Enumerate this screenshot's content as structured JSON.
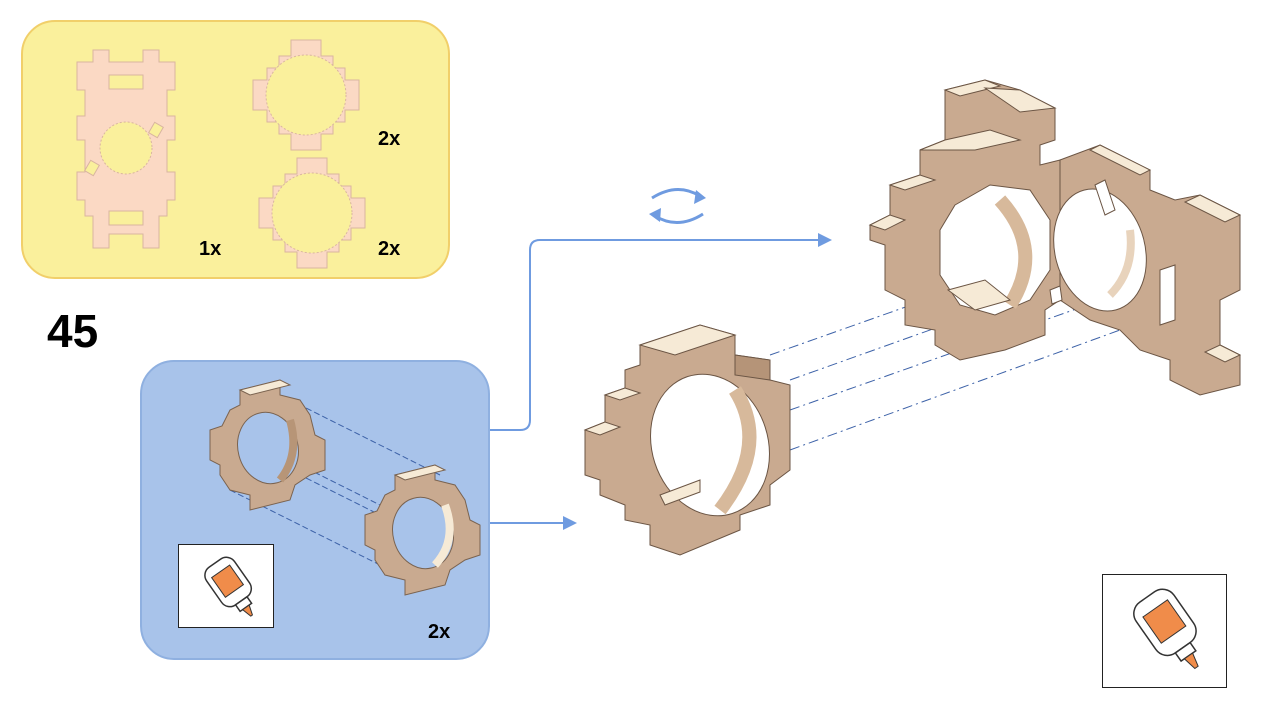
{
  "step": {
    "number": "45"
  },
  "parts": {
    "items": [
      {
        "name": "long-frame-part",
        "quantity": "1x"
      },
      {
        "name": "ring-part-a",
        "quantity": "2x"
      },
      {
        "name": "ring-part-b",
        "quantity": "2x"
      }
    ]
  },
  "subassembly": {
    "quantity": "2x"
  },
  "icons": {
    "glue": "glue-bottle-icon",
    "rotate": "rotate-arrows-icon"
  },
  "colors": {
    "parts_panel_bg": "#faf09c",
    "parts_panel_border": "#f1cf6a",
    "subassembly_panel_bg": "#a8c3ea",
    "subassembly_panel_border": "#8fb0e0",
    "part_fill": "#fbd9c4",
    "wood_face": "#c9aa90",
    "wood_top": "#f6ead6",
    "arrow": "#6f9be0",
    "guide_line": "#3d62a8",
    "glue_orange": "#f08c4a"
  }
}
